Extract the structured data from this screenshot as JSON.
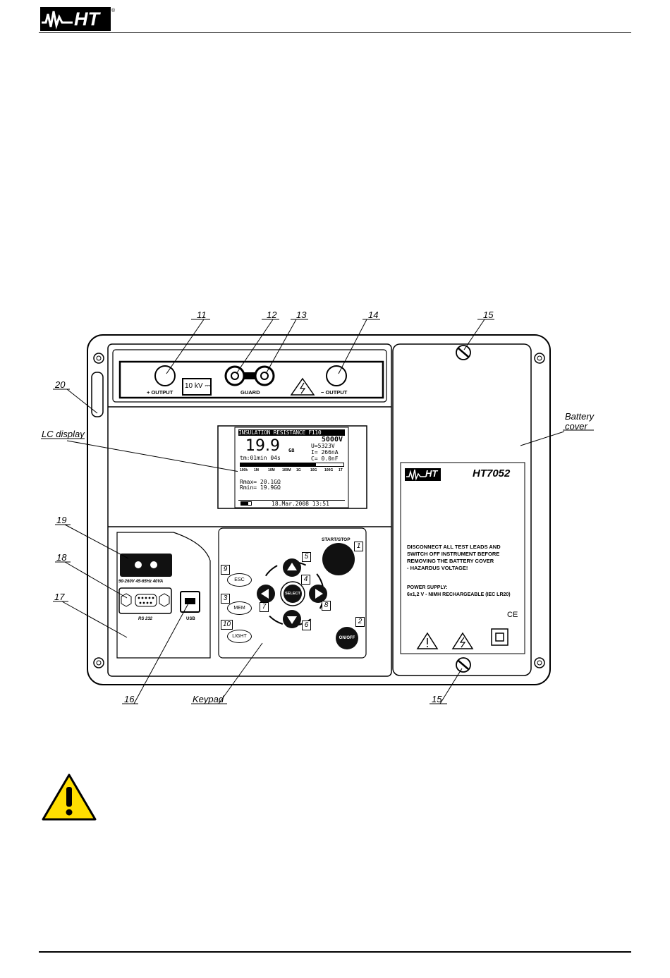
{
  "header": {
    "logo_text": "HT",
    "logo_registered": "®"
  },
  "callouts": {
    "c11": "11",
    "c12": "12",
    "c13": "13",
    "c14": "14",
    "c15_top": "15",
    "c20": "20",
    "lc_display": "LC display",
    "battery_cover_1": "Battery",
    "battery_cover_2": "cover",
    "c19": "19",
    "c18": "18",
    "c17": "17",
    "c16": "16",
    "keypad": "Keypad",
    "c15_bottom": "15"
  },
  "terminals": {
    "plus_output": "+ OUTPUT",
    "voltage_box": "10 kV ⎓",
    "guard": "GUARD",
    "minus_output": "− OUTPUT"
  },
  "lcd": {
    "title": "INSULATION RESISTANCE F110",
    "test_voltage": "5000V",
    "main_value": "19.9",
    "main_unit": "GΩ",
    "u_line": "U=5323V",
    "i_line": "I= 266nA",
    "c_line": "C= 0.0nF",
    "time_line": "tm:01min 04s",
    "scale": [
      "100k",
      "1M",
      "10M",
      "100M",
      "1G",
      "10G",
      "100G",
      "1T"
    ],
    "bar_fraction": 0.73,
    "rmax": "Rmax= 20.1GΩ",
    "rmin": "Rmin= 19.9GΩ",
    "datetime": "18.Mar.2008 13:51"
  },
  "connectors": {
    "power_spec": "90-260V 45-65Hz 40VA",
    "rs232": "RS 232",
    "usb": "USB"
  },
  "keypad": {
    "start_stop": "START/STOP",
    "esc": "ESC",
    "mem": "MEM",
    "light": "LIGHT",
    "select": "SELECT",
    "on_off": "ON/OFF",
    "n1": "1",
    "n2": "2",
    "n3": "3",
    "n4": "4",
    "n5": "5",
    "n6": "6",
    "n7": "7",
    "n8": "8",
    "n9": "9",
    "n10": "10"
  },
  "battery_cover": {
    "logo_text": "HT",
    "model": "HT7052",
    "warning_1": "DISCONNECT ALL TEST LEADS AND",
    "warning_2": "SWITCH OFF INSTRUMENT BEFORE",
    "warning_3": "REMOVING THE BATTERY COVER",
    "warning_4": "- HAZARDUS VOLTAGE!",
    "supply_1": "POWER SUPPLY:",
    "supply_2": "6x1,2 V - NIMH RECHARGEABLE (IEC LR20)",
    "ce_mark": "CE"
  }
}
